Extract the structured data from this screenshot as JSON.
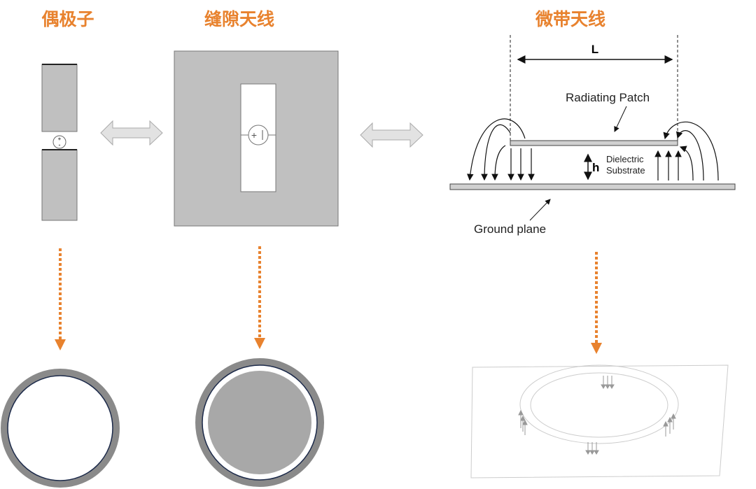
{
  "titles": {
    "dipole": "偶极子",
    "slot": "缝隙天线",
    "microstrip": "微带天线"
  },
  "microstrip_labels": {
    "length": "L",
    "patch": "Radiating Patch",
    "height": "h",
    "dielectric_line1": "Dielectric",
    "dielectric_line2": "Substrate",
    "ground": "Ground plane"
  },
  "colors": {
    "accent": "#e8822e",
    "metal": "#c0c0c0",
    "dark_metal": "#a8a8a8",
    "ring": "#8a8a8a"
  }
}
